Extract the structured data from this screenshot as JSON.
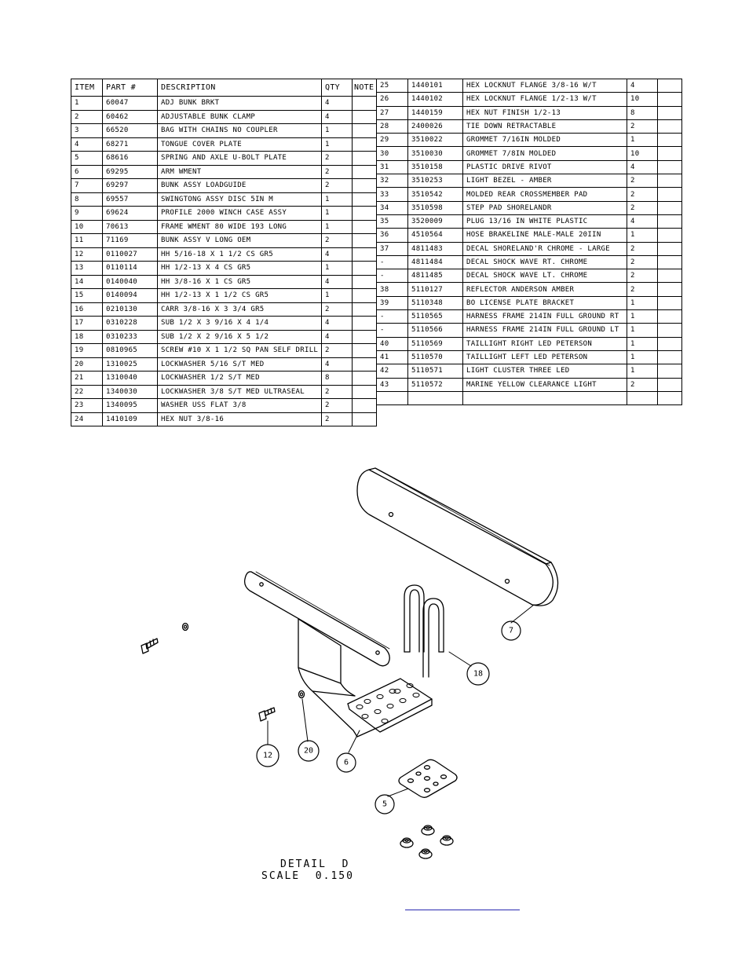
{
  "headers": {
    "item": "ITEM",
    "part": "PART #",
    "description": "DESCRIPTION",
    "qty": "QTY",
    "note": "NOTE"
  },
  "left_rows": [
    {
      "item": "1",
      "part": "60047",
      "description": "ADJ BUNK BRKT",
      "qty": "4",
      "note": ""
    },
    {
      "item": "2",
      "part": "60462",
      "description": "ADJUSTABLE BUNK CLAMP",
      "qty": "4",
      "note": ""
    },
    {
      "item": "3",
      "part": "66520",
      "description": "BAG  WITH CHAINS NO COUPLER",
      "qty": "1",
      "note": ""
    },
    {
      "item": "4",
      "part": "68271",
      "description": "TONGUE COVER PLATE",
      "qty": "1",
      "note": ""
    },
    {
      "item": "5",
      "part": "68616",
      "description": "SPRING AND AXLE U-BOLT PLATE",
      "qty": "2",
      "note": ""
    },
    {
      "item": "6",
      "part": "69295",
      "description": "ARM WMENT",
      "qty": "2",
      "note": ""
    },
    {
      "item": "7",
      "part": "69297",
      "description": "BUNK ASSY   LOADGUIDE",
      "qty": "2",
      "note": ""
    },
    {
      "item": "8",
      "part": "69557",
      "description": "SWINGTONG ASSY DISC 5IN M",
      "qty": "1",
      "note": ""
    },
    {
      "item": "9",
      "part": "69624",
      "description": "PROFILE 2000 WINCH CASE ASSY",
      "qty": "1",
      "note": ""
    },
    {
      "item": "10",
      "part": "70613",
      "description": "FRAME WMENT 80 WIDE 193 LONG",
      "qty": "1",
      "note": ""
    },
    {
      "item": "11",
      "part": "71169",
      "description": "BUNK ASSY V LONG OEM",
      "qty": "2",
      "note": ""
    },
    {
      "item": "12",
      "part": "0110027",
      "description": "HH 5/16-18 X 1 1/2 CS GR5",
      "qty": "4",
      "note": ""
    },
    {
      "item": "13",
      "part": "0110114",
      "description": "HH 1/2-13 X 4 CS GR5",
      "qty": "1",
      "note": ""
    },
    {
      "item": "14",
      "part": "0140040",
      "description": "HH 3/8-16 X 1 CS GR5",
      "qty": "4",
      "note": ""
    },
    {
      "item": "15",
      "part": "0140094",
      "description": "HH 1/2-13 X 1 1/2 CS GR5",
      "qty": "1",
      "note": ""
    },
    {
      "item": "16",
      "part": "0210130",
      "description": "CARR 3/8-16 X 3 3/4 GR5",
      "qty": "2",
      "note": ""
    },
    {
      "item": "17",
      "part": "0310228",
      "description": "SUB 1/2 X 3 9/16 X 4 1/4",
      "qty": "4",
      "note": ""
    },
    {
      "item": "18",
      "part": "0310233",
      "description": "SUB 1/2 X 2 9/16 X 5 1/2",
      "qty": "4",
      "note": ""
    },
    {
      "item": "19",
      "part": "0810965",
      "description": "SCREW #10 X 1 1/2 SQ PAN SELF DRILL",
      "qty": "2",
      "note": ""
    },
    {
      "item": "20",
      "part": "1310025",
      "description": "LOCKWASHER 5/16 S/T MED",
      "qty": "4",
      "note": ""
    },
    {
      "item": "21",
      "part": "1310040",
      "description": "LOCKWASHER 1/2 S/T MED",
      "qty": "8",
      "note": ""
    },
    {
      "item": "22",
      "part": "1340030",
      "description": "LOCKWASHER 3/8 S/T MED ULTRASEAL",
      "qty": "2",
      "note": ""
    },
    {
      "item": "23",
      "part": "1340095",
      "description": "WASHER USS FLAT 3/8",
      "qty": "2",
      "note": ""
    },
    {
      "item": "24",
      "part": "1410109",
      "description": "HEX NUT 3/8-16",
      "qty": "2",
      "note": ""
    }
  ],
  "right_rows": [
    {
      "item": "25",
      "part": "1440101",
      "description": "HEX LOCKNUT FLANGE 3/8-16 W/T",
      "qty": "4",
      "note": ""
    },
    {
      "item": "26",
      "part": "1440102",
      "description": "HEX LOCKNUT FLANGE 1/2-13 W/T",
      "qty": "10",
      "note": ""
    },
    {
      "item": "27",
      "part": "1440159",
      "description": "HEX NUT FINISH 1/2-13",
      "qty": "8",
      "note": ""
    },
    {
      "item": "28",
      "part": "2400026",
      "description": "TIE DOWN RETRACTABLE",
      "qty": "2",
      "note": ""
    },
    {
      "item": "29",
      "part": "3510022",
      "description": "GROMMET  7/16IN MOLDED",
      "qty": "1",
      "note": ""
    },
    {
      "item": "30",
      "part": "3510030",
      "description": "GROMMET  7/8IN MOLDED",
      "qty": "10",
      "note": ""
    },
    {
      "item": "31",
      "part": "3510158",
      "description": "PLASTIC DRIVE RIVOT",
      "qty": "4",
      "note": ""
    },
    {
      "item": "32",
      "part": "3510253",
      "description": "LIGHT BEZEL - AMBER",
      "qty": "2",
      "note": ""
    },
    {
      "item": "33",
      "part": "3510542",
      "description": "MOLDED REAR CROSSMEMBER PAD",
      "qty": "2",
      "note": ""
    },
    {
      "item": "34",
      "part": "3510598",
      "description": "STEP PAD SHORELANDR",
      "qty": "2",
      "note": ""
    },
    {
      "item": "35",
      "part": "3520009",
      "description": "PLUG 13/16 IN WHITE PLASTIC",
      "qty": "4",
      "note": ""
    },
    {
      "item": "36",
      "part": "4510564",
      "description": "HOSE BRAKELINE MALE-MALE 20IIN",
      "qty": "1",
      "note": ""
    },
    {
      "item": "37",
      "part": "4811483",
      "description": "DECAL SHORELAND'R CHROME - LARGE",
      "qty": "2",
      "note": ""
    },
    {
      "item": "-",
      "part": "4811484",
      "description": "DECAL SHOCK WAVE RT. CHROME",
      "qty": "2",
      "note": ""
    },
    {
      "item": "-",
      "part": "4811485",
      "description": "DECAL SHOCK WAVE LT. CHROME",
      "qty": "2",
      "note": ""
    },
    {
      "item": "38",
      "part": "5110127",
      "description": "REFLECTOR ANDERSON AMBER",
      "qty": "2",
      "note": ""
    },
    {
      "item": "39",
      "part": "5110348",
      "description": "BO LICENSE PLATE BRACKET",
      "qty": "1",
      "note": ""
    },
    {
      "item": "-",
      "part": "5110565",
      "description": "HARNESS FRAME 214IN FULL GROUND RT",
      "qty": "1",
      "note": ""
    },
    {
      "item": "-",
      "part": "5110566",
      "description": "HARNESS FRAME 214IN FULL GROUND LT",
      "qty": "1",
      "note": ""
    },
    {
      "item": "40",
      "part": "5110569",
      "description": "TAILLIGHT RIGHT LED PETERSON",
      "qty": "1",
      "note": ""
    },
    {
      "item": "41",
      "part": "5110570",
      "description": "TAILLIGHT LEFT LED PETERSON",
      "qty": "1",
      "note": ""
    },
    {
      "item": "42",
      "part": "5110571",
      "description": "LIGHT CLUSTER THREE LED",
      "qty": "1",
      "note": ""
    },
    {
      "item": "43",
      "part": "5110572",
      "description": "MARINE YELLOW CLEARANCE LIGHT",
      "qty": "2",
      "note": ""
    },
    {
      "item": "",
      "part": "",
      "description": "",
      "qty": "",
      "note": ""
    }
  ],
  "callouts": {
    "c7": "7",
    "c18": "18",
    "c12": "12",
    "c20": "20",
    "c6": "6",
    "c5": "5"
  },
  "detail": {
    "title": "DETAIL  D",
    "scale": "SCALE  0.150"
  }
}
